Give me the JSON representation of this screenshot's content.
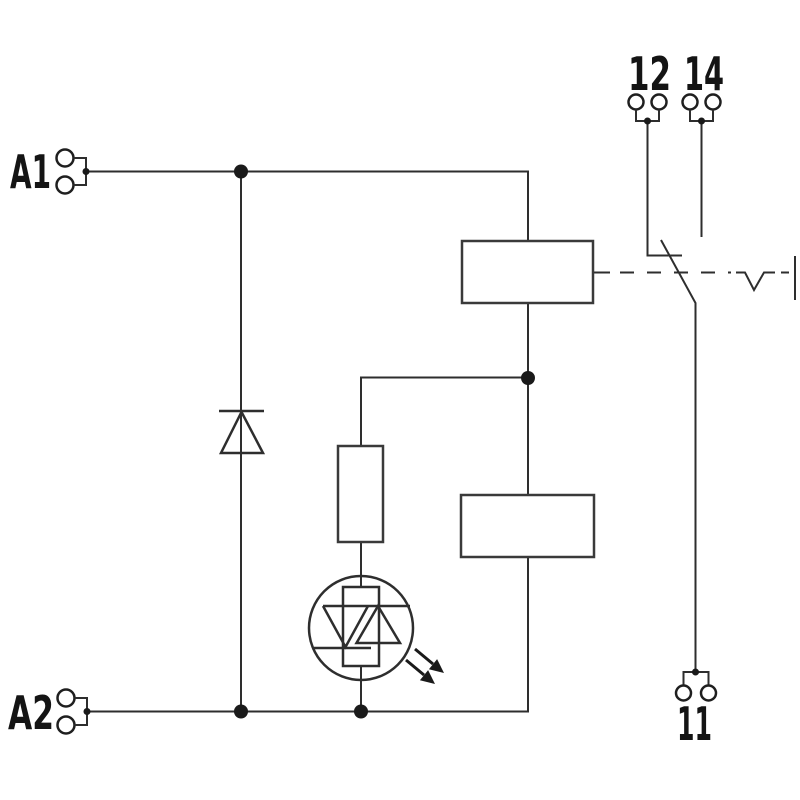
{
  "diagram": {
    "kind": "relay-module-wiring-schematic",
    "background_color": "#ffffff",
    "line_color": "#2e2e2e",
    "text_color": "#141414",
    "terminal_labels": {
      "coil_a1": "A1",
      "coil_a2": "A2",
      "contact_nc": "12",
      "contact_no": "14",
      "contact_common": "11"
    },
    "symbols": [
      "terminal-pair-a1",
      "terminal-pair-a2",
      "terminal-pair-12",
      "terminal-pair-14",
      "terminal-pair-11",
      "suppressor-diode",
      "relay-coil-block-upper",
      "relay-coil-block-lower",
      "series-resistor",
      "led-indicator-bipolar",
      "changeover-contact-lever",
      "mechanical-link-dashed",
      "manual-actuator-notch"
    ]
  }
}
